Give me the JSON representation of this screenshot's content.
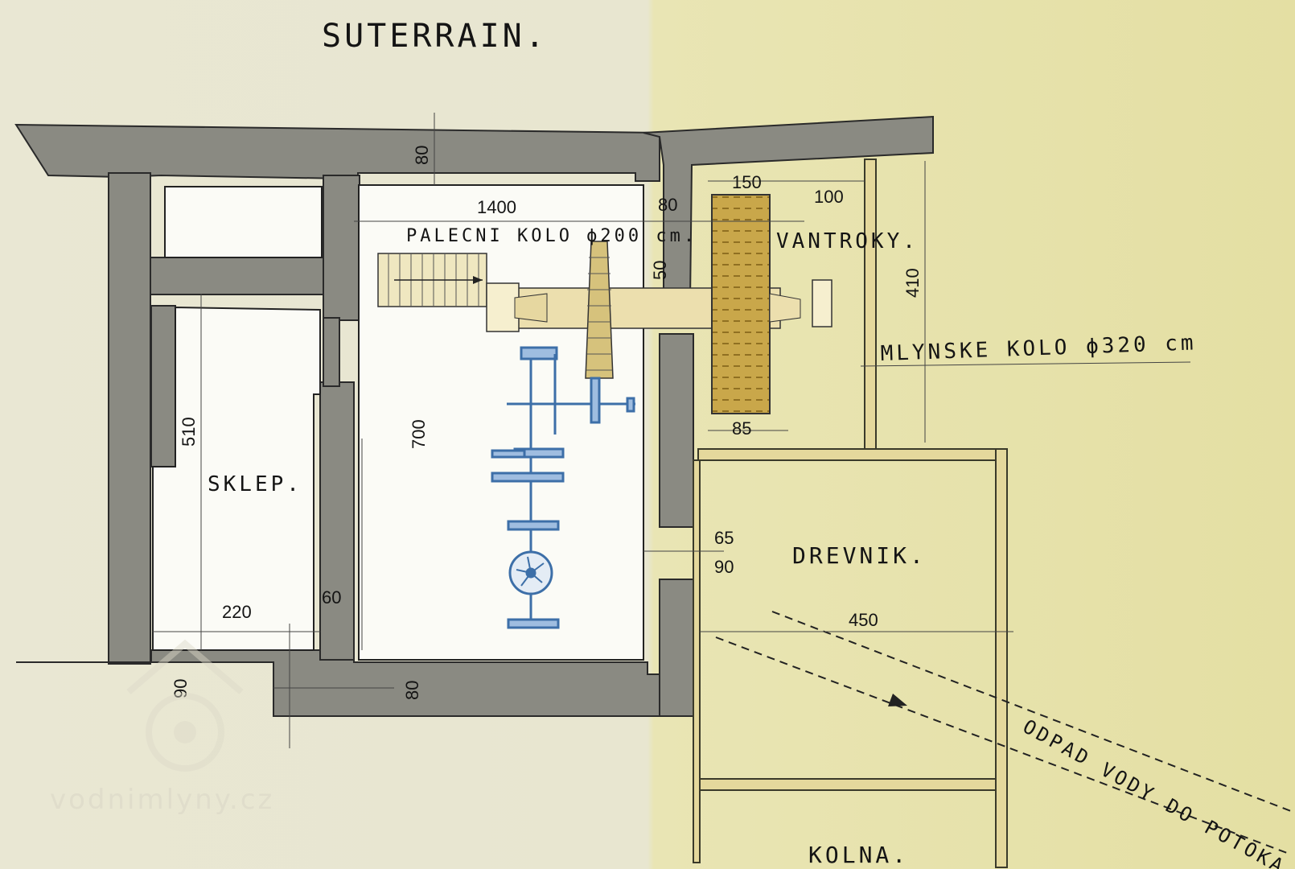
{
  "drawing": {
    "title": "SUTERRAIN.",
    "labels": {
      "sklep": "SKLEP.",
      "palecni_kolo": "PALECNI KOLO ϕ200 cm.",
      "vantroky": "VANTROKY.",
      "mlynske_kolo": "MLYNSKE KOLO ϕ320 cm",
      "drevnik": "DREVNIK.",
      "kolna": "KOLNA.",
      "odpad": "ODPAD VODY DO POTOKA"
    },
    "dimensions": {
      "d80_top": "80",
      "d1400": "1400",
      "d80_wall": "80",
      "d50": "50",
      "d150": "150",
      "d100": "100",
      "d410": "410",
      "d85": "85",
      "d510": "510",
      "d700": "700",
      "d220": "220",
      "d60": "60",
      "d90_left": "90",
      "d80_bottom": "80",
      "d65": "65",
      "d90_right": "90",
      "d450": "450"
    },
    "watermark": "vodnimlyny.cz"
  },
  "colors": {
    "paper_left": "#e8e6d0",
    "paper_right": "#e6e1a6",
    "wall": "#8a8a82",
    "ink": "#141414",
    "timber": "#e3d79a",
    "wheel_fill": "#c8a649",
    "gear_blue": "#3d6fa8"
  }
}
